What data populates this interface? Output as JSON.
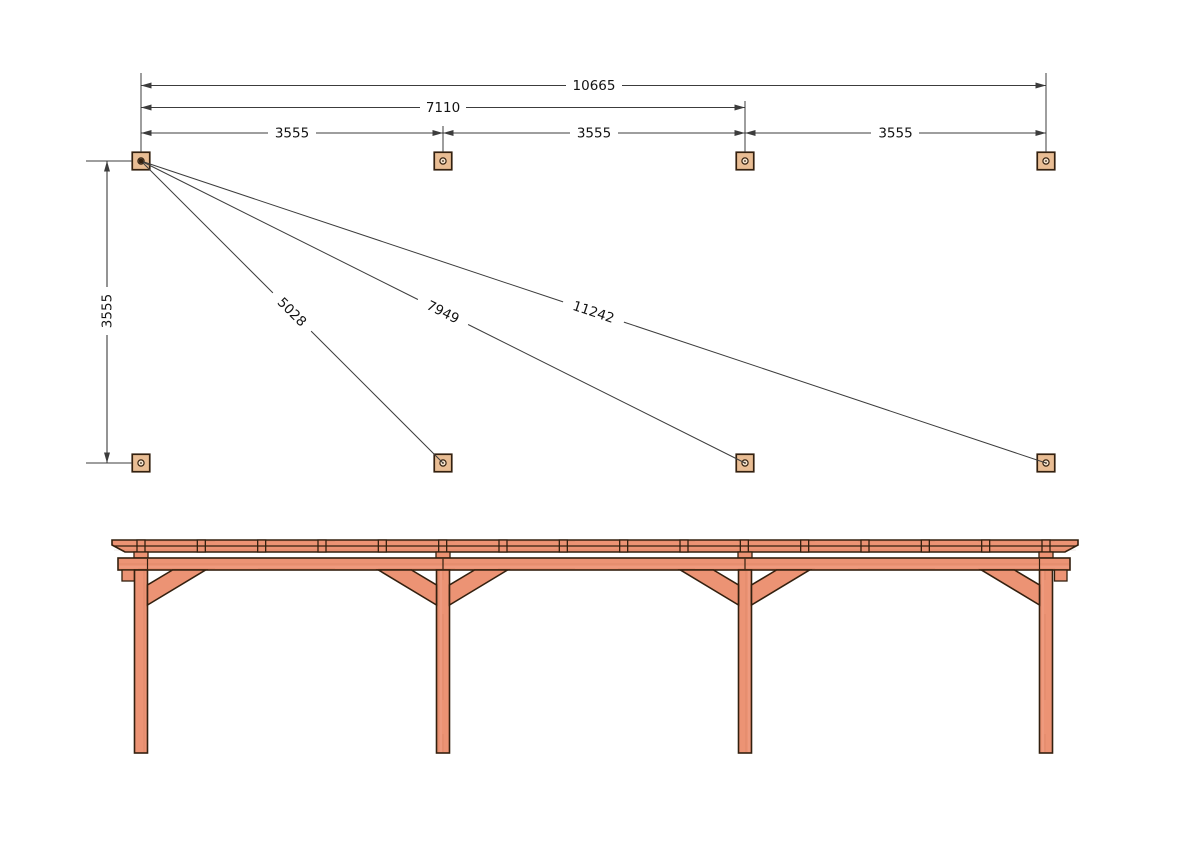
{
  "plan_view": {
    "dim_overall": "10665",
    "dim_two_bays": "7110",
    "dim_bays": [
      "3555",
      "3555",
      "3555"
    ],
    "dim_depth": "3555",
    "dim_diagonals": [
      "5028",
      "7949",
      "11242"
    ],
    "post_grid": {
      "rows": 2,
      "columns": 4
    }
  },
  "elevation_view": {
    "posts": 4,
    "braces": 6,
    "rafter_ends": 16,
    "beam_joints": 4
  },
  "colors": {
    "background": "#ffffff",
    "wood": "#ec9374",
    "plan_post": "#e9bd94",
    "plan_post_center": "#f7e7d3",
    "outline": "#33200f",
    "dimension_line": "#3c3c3c",
    "text": "#141414"
  }
}
